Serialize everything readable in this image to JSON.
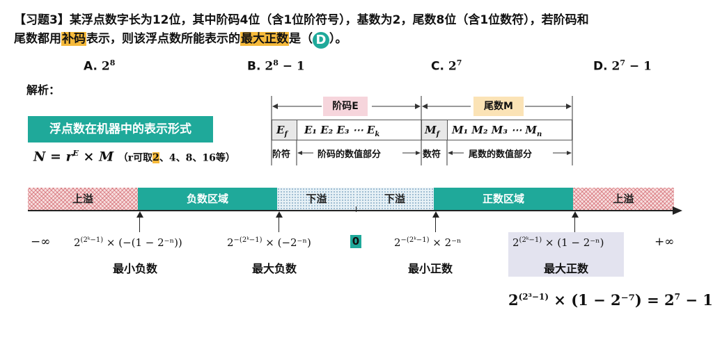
{
  "question": {
    "tag": "【习题3】",
    "line1": "某浮点数字长为12位，其中阶码4位（含1位阶符号），基数为2，尾数8位（含1位数符），若阶码和",
    "line2_pre": "尾数都用",
    "line2_hl1": "补码",
    "line2_mid": "表示，则该浮点数所能表示的",
    "line2_hl2": "最大正数",
    "line2_post": "是（",
    "answer": "D",
    "line2_end": "）。"
  },
  "options": [
    {
      "letter": "A. ",
      "base": "2",
      "exp": "8",
      "tail": ""
    },
    {
      "letter": "B. ",
      "base": "2",
      "exp": "8",
      "tail": " − 1"
    },
    {
      "letter": "C. ",
      "base": "2",
      "exp": "7",
      "tail": ""
    },
    {
      "letter": "D. ",
      "base": "2",
      "exp": "7",
      "tail": " − 1"
    }
  ],
  "analysis_label": "解析：",
  "format_box": "浮点数在机器中的表示形式",
  "formula": {
    "main": "N = r",
    "exp": "E",
    "rest": " × M",
    "note_pre": "（r可取",
    "note_hl": "2",
    "note_post": "、4、8、16等）"
  },
  "format_diagram": {
    "exp_title": "阶码E",
    "mant_title": "尾数M",
    "cells": {
      "ef": "E",
      "ef_sub": "f",
      "e": "E₁  E₂  E₃  ⋯  E",
      "e_sub": "k",
      "mf": "M",
      "mf_sub": "f",
      "m": "M₁  M₂  M₃  ⋯  M",
      "m_sub": "n"
    },
    "sub_labels": {
      "sign_e": "阶符",
      "value_e": "阶码的数值部分",
      "sign_m": "数符",
      "value_m": "尾数的数值部分"
    }
  },
  "number_line": {
    "segments": [
      "上溢",
      "负数区域",
      "下溢",
      "下溢",
      "正数区域",
      "上溢"
    ],
    "neg_inf": "−∞",
    "pos_inf": "+∞",
    "zero": "0",
    "expressions": {
      "min_neg": {
        "base": "2",
        "exp": "(2ᵏ−1)",
        "rest": " × (−(1 − 2⁻ⁿ))"
      },
      "max_neg": {
        "base": "2",
        "exp": "−(2ᵏ−1)",
        "rest": " × (−2⁻ⁿ)"
      },
      "min_pos": {
        "base": "2",
        "exp": "−(2ᵏ−1)",
        "rest": " × 2⁻ⁿ"
      },
      "max_pos": {
        "base": "2",
        "exp": "(2ᵏ−1)",
        "rest": " × (1 − 2⁻ⁿ)"
      }
    },
    "labels": {
      "min_neg": "最小负数",
      "max_neg": "最大负数",
      "min_pos": "最小正数",
      "max_pos": "最大正数"
    }
  },
  "result": {
    "base": "2",
    "exp": "(2³−1)",
    "mid": " × (1 − 2⁻⁷) = 2",
    "exp2": "7",
    "tail": " − 1"
  }
}
